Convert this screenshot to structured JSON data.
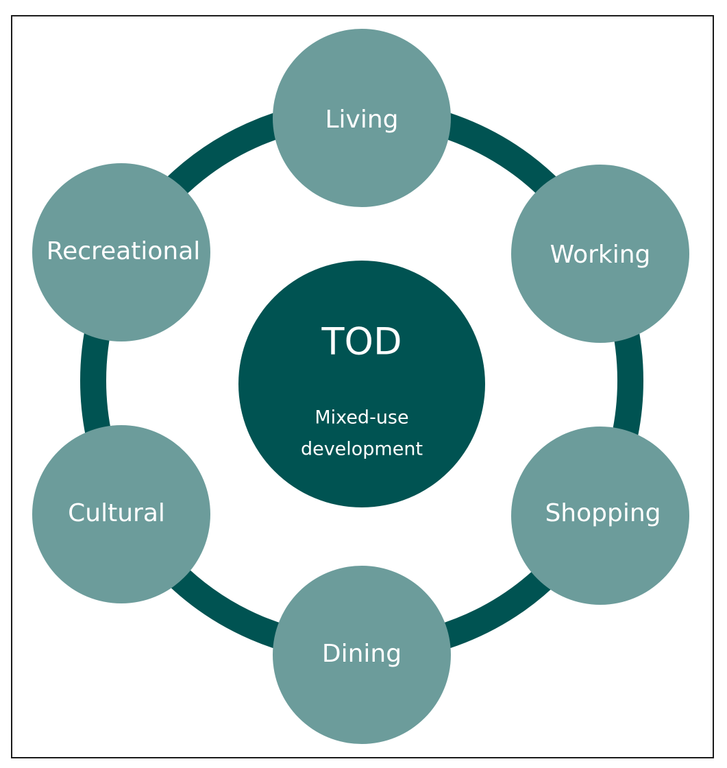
{
  "diagram": {
    "hub": {
      "title": "TOD",
      "subtitle_line1": "Mixed-use",
      "subtitle_line2": "development"
    },
    "nodes": [
      {
        "label": "Living"
      },
      {
        "label": "Working"
      },
      {
        "label": "Shopping"
      },
      {
        "label": "Dining"
      },
      {
        "label": "Cultural"
      },
      {
        "label": "Recreational"
      }
    ],
    "colors": {
      "hub": "#005352",
      "ring": "#005352",
      "node": "#6c9c9b",
      "text": "#ffffff",
      "border": "#1a1a1a"
    }
  }
}
